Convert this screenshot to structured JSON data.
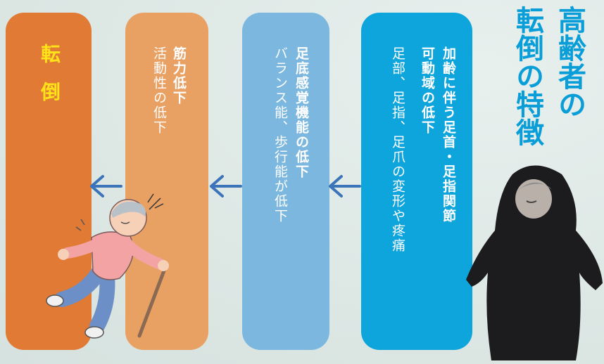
{
  "title": {
    "line1": "高齢者の",
    "line2": "転倒の特徴"
  },
  "panels": [
    {
      "id": "fall",
      "label": "転倒",
      "color": "#e07a34"
    },
    {
      "id": "muscle",
      "heading": "筋力低下",
      "body": "活動性の低下",
      "color": "#e9a063"
    },
    {
      "id": "sensory",
      "heading": "足底感覚機能の低下",
      "body": "バランス能、歩行能が低下",
      "color": "#7bb7de"
    },
    {
      "id": "aging",
      "heading_line1": "加齢に伴う足首・足指関節",
      "heading_line2": "可動域の低下",
      "body": "足部、足指、足爪の変形や疼痛",
      "color": "#0ea5dc"
    }
  ],
  "colors": {
    "arrow": "#3b74b8",
    "fall_label": "#ffe21a",
    "title": "#0a9ed8"
  }
}
